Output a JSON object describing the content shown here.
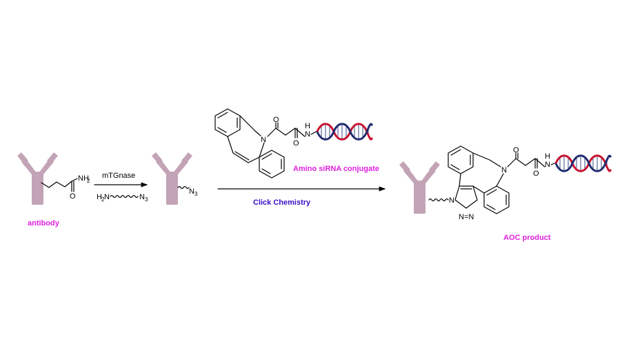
{
  "labels": {
    "antibody": "antibody",
    "amino_sirna_conjugate": "Amino siRNA conjugate",
    "click_chemistry": "Click Chemistry",
    "aoc_product": "AOC product",
    "enzyme": "mTGnase"
  },
  "atoms": {
    "N": "N",
    "O": "O",
    "H": "H",
    "NH": "NH",
    "H2": "2",
    "N3_sub": "3",
    "triazole_N": "N",
    "triazole_NN": "N=N"
  },
  "colors": {
    "caption_magenta": "#e020e0",
    "caption_blue": "#3b10c8",
    "antibody": "#c2a4b6",
    "dna_red": "#c8102e",
    "dna_navy": "#1f2a6e",
    "dna_rung": "#5a6a9a"
  },
  "icons": {
    "antibody": "y-shaped-antibody",
    "sirna": "dna-double-helix"
  }
}
